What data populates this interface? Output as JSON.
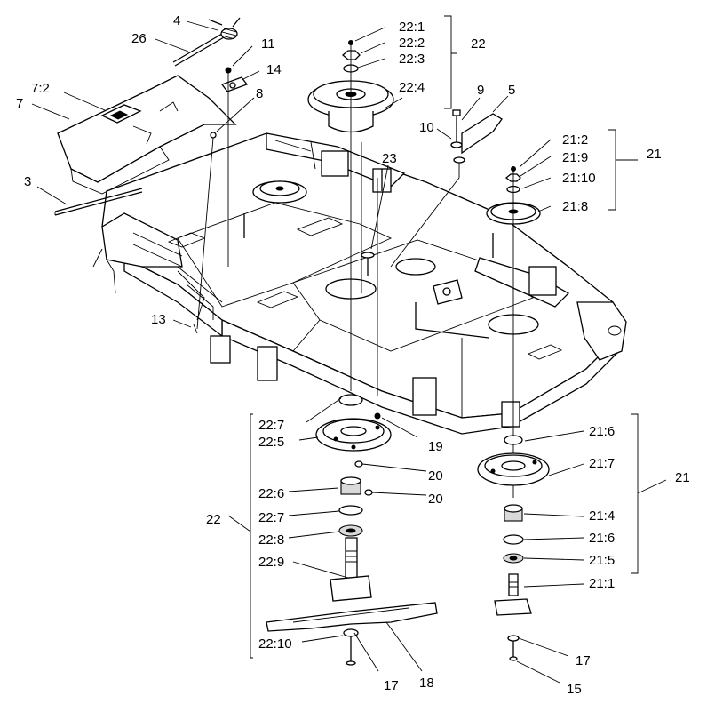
{
  "callouts": {
    "c4": "4",
    "c26": "26",
    "c11": "11",
    "c14": "14",
    "c8": "8",
    "c7_2": "7:2",
    "c7": "7",
    "c3": "3",
    "c13": "13",
    "c22_1": "22:1",
    "c22_2": "22:2",
    "c22_3": "22:3",
    "c22_4": "22:4",
    "c22_top": "22",
    "c9": "9",
    "c5": "5",
    "c10": "10",
    "c23": "23",
    "c21_2": "21:2",
    "c21_9": "21:9",
    "c21_10": "21:10",
    "c21_8": "21:8",
    "c21_top": "21",
    "c22_7a": "22:7",
    "c22_5": "22:5",
    "c19": "19",
    "c20a": "20",
    "c20b": "20",
    "c22_6": "22:6",
    "c22_7b": "22:7",
    "c22_8": "22:8",
    "c22_9": "22:9",
    "c22_10": "22:10",
    "c22_side": "22",
    "c17a": "17",
    "c18": "18",
    "c21_6a": "21:6",
    "c21_7": "21:7",
    "c21_4": "21:4",
    "c21_6b": "21:6",
    "c21_5": "21:5",
    "c21_1": "21:1",
    "c21_side": "21",
    "c17b": "17",
    "c15": "15"
  },
  "colors": {
    "ink": "#000000",
    "paper": "#ffffff",
    "shade": "#d9d9d9"
  }
}
